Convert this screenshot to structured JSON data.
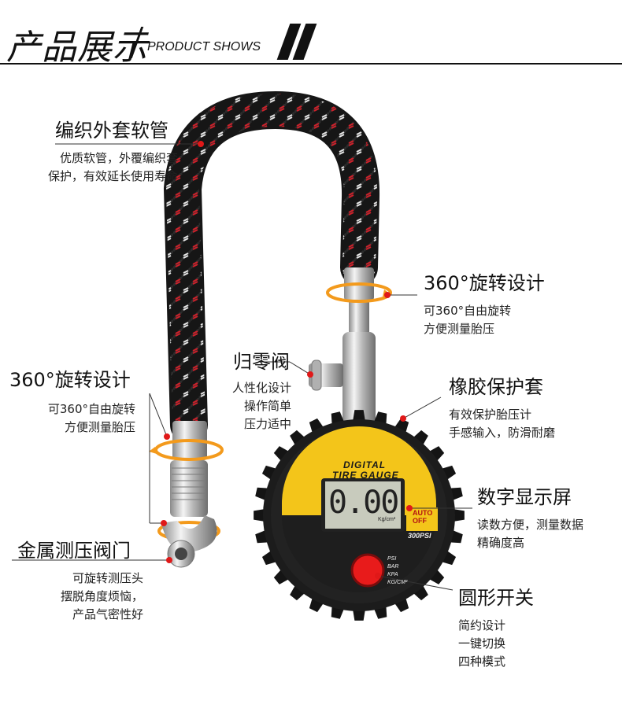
{
  "header": {
    "title": "产品展示",
    "subtitle": "PRODUCT SHOWS"
  },
  "callouts": {
    "hose": {
      "title": "编织外套软管",
      "lines": [
        "优质软管，外覆编织套",
        "保护，有效延长使用寿命"
      ]
    },
    "rotate_top": {
      "title": "360°旋转设计",
      "lines": [
        "可360°自由旋转",
        "方便测量胎压"
      ]
    },
    "rotate_left": {
      "title": "360°旋转设计",
      "lines": [
        "可360°自由旋转",
        "方便测量胎压"
      ]
    },
    "valve": {
      "title": "归零阀",
      "lines": [
        "人性化设计",
        "操作简单",
        "压力适中"
      ]
    },
    "rubber": {
      "title": "橡胶保护套",
      "lines": [
        "有效保护胎压计",
        "手感输入，防滑耐磨"
      ]
    },
    "display": {
      "title": "数字显示屏",
      "lines": [
        "读数方便，测量数据",
        "精确度高"
      ]
    },
    "metal_head": {
      "title": "金属测压阀门",
      "lines": [
        "可旋转测压头",
        "摆脱角度烦恼，",
        "产品气密性好"
      ]
    },
    "switch": {
      "title": "圆形开关",
      "lines": [
        "简约设计",
        "一键切换",
        "四种模式"
      ]
    }
  },
  "gauge": {
    "brand_line1": "DIGITAL",
    "brand_line2": "TIRE GAUGE",
    "reading": "0.00",
    "unit": "Kg/cm²",
    "auto_off": [
      "AUTO",
      "OFF"
    ],
    "range": "300PSI",
    "modes": [
      "PSI",
      "BAR",
      "KPA",
      "KG/CM²"
    ]
  },
  "colors": {
    "accent_red": "#e01818",
    "ring_orange": "#f39a1c",
    "gauge_yellow": "#f3c51a",
    "hose_black": "#161616"
  }
}
